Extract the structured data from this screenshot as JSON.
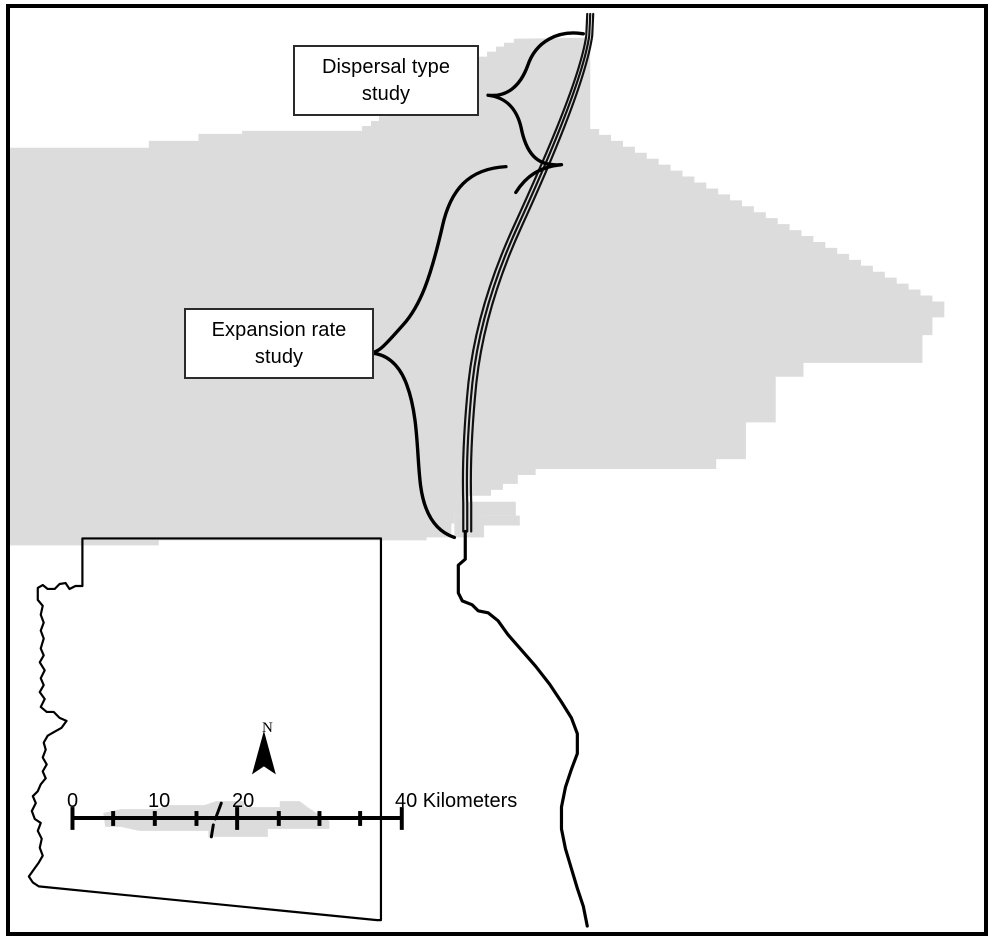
{
  "figure": {
    "kind": "study-area-map",
    "frame_color": "#000000",
    "background_color": "#ffffff"
  },
  "callouts": [
    {
      "id": "dispersal",
      "text": "Dispersal type\nstudy"
    },
    {
      "id": "expansion",
      "text": "Expansion rate\nstudy"
    }
  ],
  "map_layers": {
    "study_area_fill": "#dcdcdc",
    "highway_color": "#111111",
    "boundary_color": "#000000",
    "brace_color": "#000000"
  },
  "scale_bar": {
    "units_label": "Kilometers",
    "labels": [
      "0",
      "10",
      "20",
      "40 Kilometers"
    ],
    "tick_values": [
      0,
      5,
      10,
      15,
      20,
      25,
      30,
      35,
      40
    ],
    "major_ticks": [
      0,
      20,
      40
    ],
    "min": 0,
    "max": 40
  },
  "north_arrow": {
    "label": "N"
  },
  "inset": {
    "name": "Arizona",
    "outline_color": "#000000",
    "highlight_fill": "#dcdcdc",
    "marker_color": "#000000"
  }
}
